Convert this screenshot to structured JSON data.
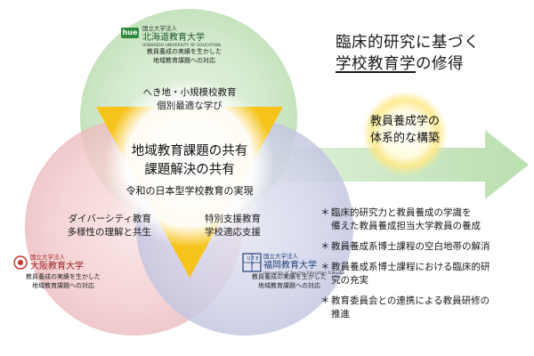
{
  "title": {
    "line1": "臨床的研究に基づく",
    "line2_part1": "学校教育学",
    "line2_part2": "の修得"
  },
  "universities": {
    "hokkaido": {
      "logo_mark": "hue",
      "name_small": "国立大学法人",
      "name": "北海道教育大学",
      "name_en": "HOKKAIDO UNIVERSITY OF EDUCATION",
      "desc_line1": "教員養成の実績を生かした",
      "desc_line2": "地域教育課題への対応"
    },
    "osaka": {
      "name_small": "国立大学法人",
      "name": "大阪教育大学",
      "desc_line1": "教員養成の実績を生かした",
      "desc_line2": "地域教育課題への対応"
    },
    "fukuoka": {
      "logo_text": "U T E F",
      "name_small": "国立大学法人",
      "name": "福岡教育大学",
      "name_en": "University of Teacher Education Fukuoka",
      "desc_line1": "教員養成の実績を生かした",
      "desc_line2": "地域教育課題への対応"
    }
  },
  "regions": {
    "top_line1": "へき地・小規模校教育",
    "top_line2": "個別最適な学び",
    "left_line1": "ダイバーシティ教育",
    "left_line2": "多様性の理解と共生",
    "right_line1": "特別支援教育",
    "right_line2": "学校適応支援"
  },
  "core": {
    "line1": "地域教育課題の共有",
    "line2": "課題解決の共有",
    "line3": "令和の日本型学校教育の実現"
  },
  "glow": {
    "line1": "教員養成学の",
    "line2": "体系的な構築"
  },
  "bullet_mark": "＊",
  "bullets": [
    {
      "line1": "臨床的研究力と教員養成の学識を",
      "line2": "備えた教員養成担当大学教員の養成"
    },
    {
      "line1": "教員養成系博士課程の空白地帯の解消",
      "line2": ""
    },
    {
      "line1": "教員養成系博士課程における臨床的研",
      "line2": "究の充実"
    },
    {
      "line1": "教育委員会との連携による教員研修の",
      "line2": "推進"
    }
  ],
  "colors": {
    "circle_top": "#cfe8c8",
    "circle_left": "#f3c9cc",
    "circle_right": "#cccfe6",
    "triangle": "#f6c31a",
    "arrow": "#c9e6c3",
    "glow": "#fde98a"
  },
  "icons": {
    "arrow": "right-arrow-icon",
    "triangle": "triangle-icon",
    "osaka_seal": "osaka-seal-icon",
    "fukuoka_mark": "utef-logo-icon",
    "hue_mark": "hue-logo-icon"
  }
}
